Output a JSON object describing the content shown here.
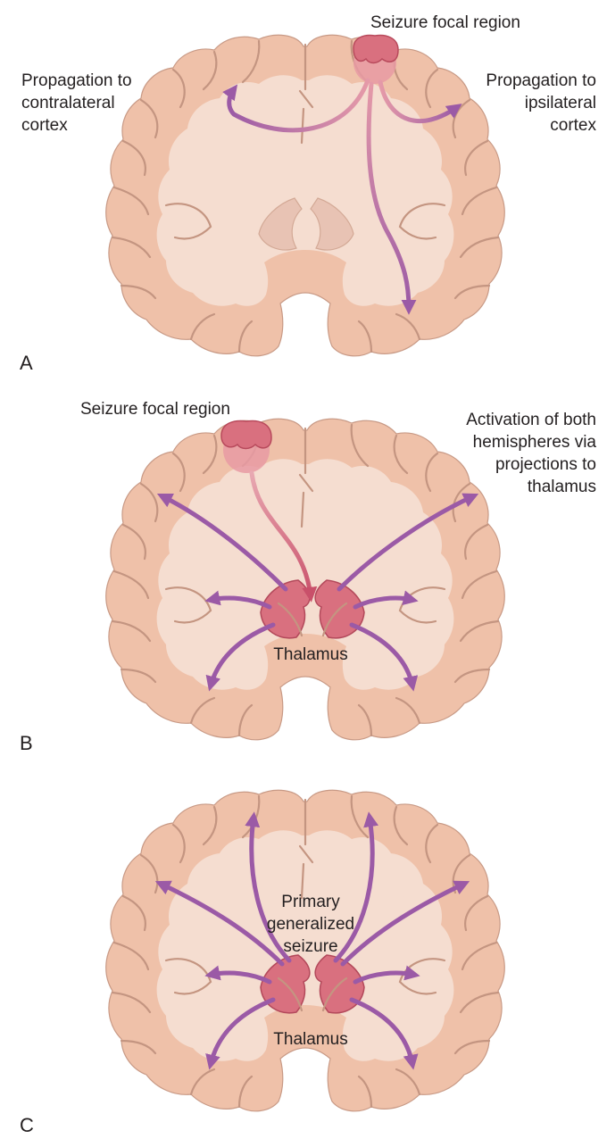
{
  "panels": [
    {
      "letter": "A",
      "labels": {
        "focal": "Seizure focal region",
        "left_line1": "Propagation to",
        "left_line2": "contralateral",
        "left_line3": "cortex",
        "right_line1": "Propagation to",
        "right_line2": "ipsilateral",
        "right_line3": "cortex"
      }
    },
    {
      "letter": "B",
      "labels": {
        "focal": "Seizure focal region",
        "right_line1": "Activation of both",
        "right_line2": "hemispheres via",
        "right_line3": "projections to",
        "right_line4": "thalamus",
        "thalamus": "Thalamus"
      }
    },
    {
      "letter": "C",
      "labels": {
        "center_line1": "Primary",
        "center_line2": "generalized",
        "center_line3": "seizure",
        "thalamus": "Thalamus"
      }
    }
  ],
  "colors": {
    "gray_matter": "#efc1a9",
    "white_matter": "#f5ddd0",
    "thalamus": "#d9707f",
    "arrow_purple": "#9b5aa6",
    "arrow_red": "#d0586b"
  }
}
